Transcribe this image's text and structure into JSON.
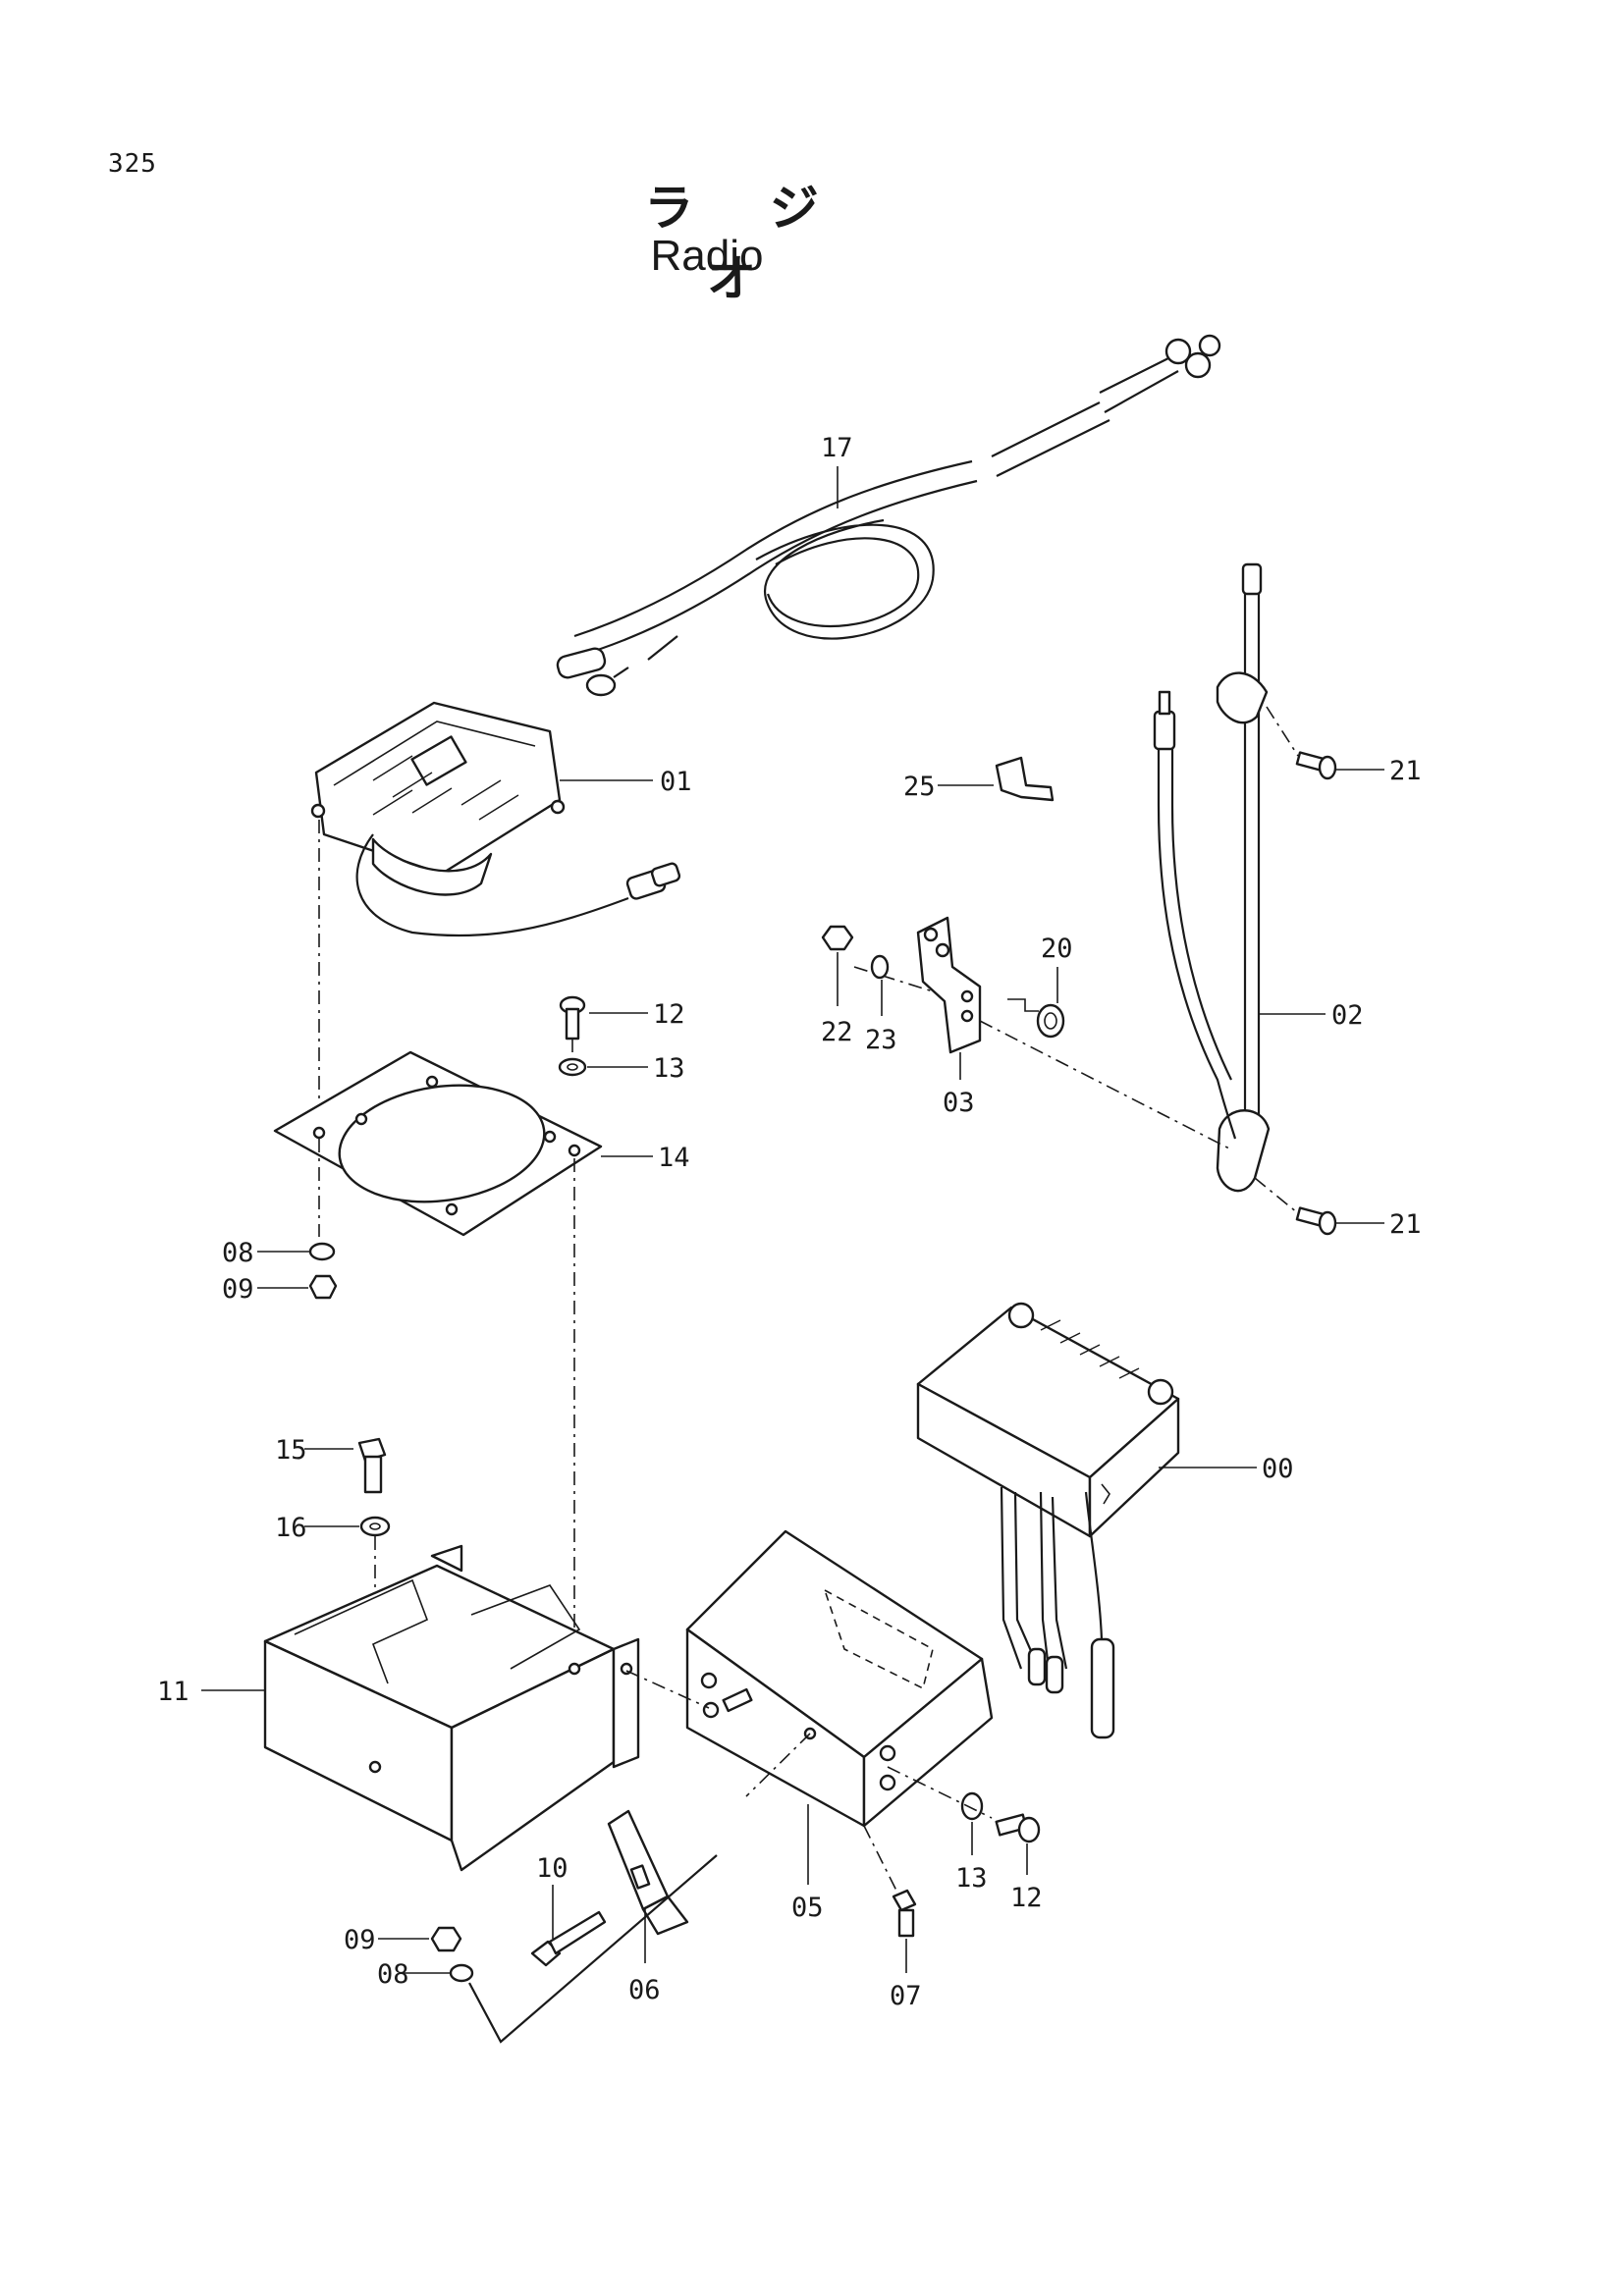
{
  "page": {
    "number": "325",
    "title_jp": "ラ ジ オ",
    "title_en": "Radio"
  },
  "callouts": {
    "c00": "00",
    "c01": "01",
    "c02": "02",
    "c03": "03",
    "c05": "05",
    "c06": "06",
    "c07": "07",
    "c08a": "08",
    "c08b": "08",
    "c09a": "09",
    "c09b": "09",
    "c10": "10",
    "c11": "11",
    "c12a": "12",
    "c12b": "12",
    "c13a": "13",
    "c13b": "13",
    "c14": "14",
    "c15": "15",
    "c16": "16",
    "c17": "17",
    "c20": "20",
    "c21a": "21",
    "c21b": "21",
    "c22": "22",
    "c23": "23",
    "c25": "25"
  }
}
